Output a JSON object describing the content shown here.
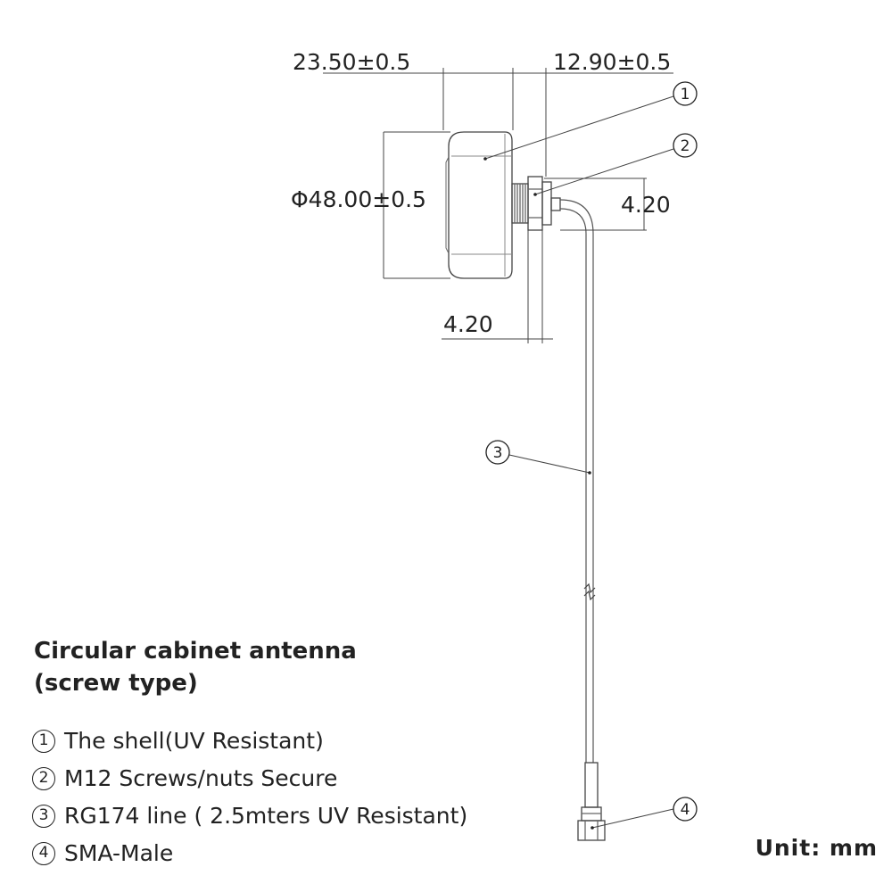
{
  "drawing": {
    "dim_width_shell": "23.50±0.5",
    "dim_width_thread": "12.90±0.5",
    "dim_diameter": "Φ48.00±0.5",
    "dim_thread_height": "4.20",
    "dim_nut_width": "4.20",
    "callouts": [
      "1",
      "2",
      "3",
      "4"
    ]
  },
  "title_lines": [
    "Circular cabinet antenna",
    "(screw type)"
  ],
  "legend": [
    {
      "num": "1",
      "text": "The shell(UV Resistant)"
    },
    {
      "num": "2",
      "text": "M12 Screws/nuts Secure"
    },
    {
      "num": "3",
      "text": "RG174 line ( 2.5mters UV Resistant)"
    },
    {
      "num": "4",
      "text": "SMA-Male"
    }
  ],
  "unit": "Unit: mm"
}
